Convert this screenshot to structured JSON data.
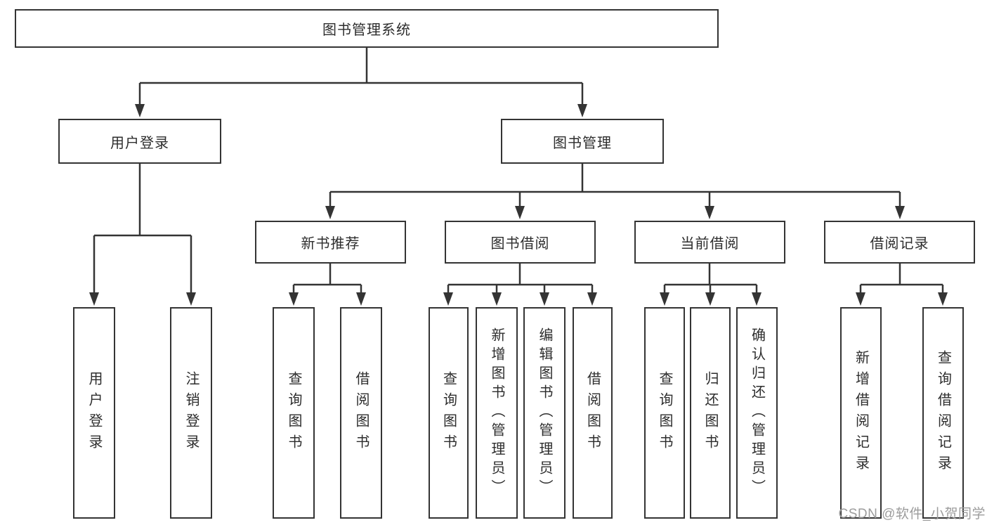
{
  "diagram": {
    "root": {
      "label": "图书管理系统"
    },
    "level2": {
      "user_login": {
        "label": "用户登录",
        "children": [
          {
            "label": "用户登录"
          },
          {
            "label": "注销登录"
          }
        ]
      },
      "book_management": {
        "label": "图书管理",
        "children": [
          {
            "label": "新书推荐",
            "children": [
              {
                "label": "查询图书"
              },
              {
                "label": "借阅图书"
              }
            ]
          },
          {
            "label": "图书借阅",
            "children": [
              {
                "label": "查询图书"
              },
              {
                "label": "新增图书（管理员）"
              },
              {
                "label": "编辑图书（管理员）"
              },
              {
                "label": "借阅图书"
              }
            ]
          },
          {
            "label": "当前借阅",
            "children": [
              {
                "label": "查询图书"
              },
              {
                "label": "归还图书"
              },
              {
                "label": "确认归还（管理员）"
              }
            ]
          },
          {
            "label": "借阅记录",
            "children": [
              {
                "label": "新增借阅记录"
              },
              {
                "label": "查询借阅记录"
              }
            ]
          }
        ]
      }
    }
  },
  "watermark": {
    "text": "CSDN @软件_小贺同学"
  },
  "colors": {
    "line": "#343434",
    "text": "#2d2d2d",
    "background": "#ffffff",
    "watermark": "#9c9c9c"
  }
}
